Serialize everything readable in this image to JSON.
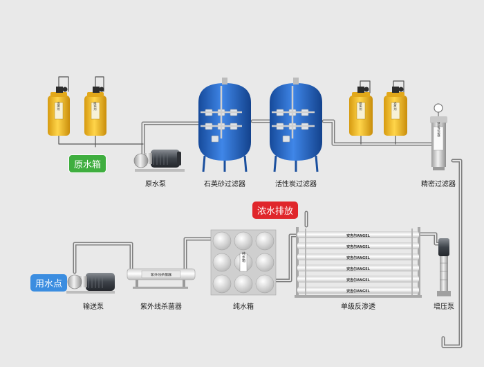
{
  "labels": {
    "raw_water_tank": "原水箱",
    "raw_water_pump": "原水泵",
    "quartz_sand_filter": "石英砂过滤器",
    "activated_carbon_filter": "活性炭过滤器",
    "precision_filter": "精密过滤器",
    "concentrate_discharge": "浓水排放",
    "point_of_use": "用水点",
    "transfer_pump": "输送泵",
    "uv_sterilizer": "紫外线杀菌器",
    "pure_water_tank": "纯水箱",
    "single_stage_ro": "单级反渗透",
    "booster_pump": "增压泵"
  },
  "dosing_tanks": {
    "t1": "混凝剂",
    "t2": "阻垢剂",
    "t3": "阻垢剂",
    "t4": "还原剂"
  },
  "vessel_text": {
    "precision_filter_body": "精密过滤器",
    "pure_tank_plate": "纯水箱",
    "uv_plate": "紫外线杀菌器"
  },
  "ro_brand": "安吉尔ANGEL",
  "colors": {
    "green_badge": "#3fae3f",
    "red_badge": "#e0262b",
    "blue_badge": "#3b8de0",
    "filter_blue": "#1f63c4",
    "dosing_yellow": "#f1b81e"
  }
}
